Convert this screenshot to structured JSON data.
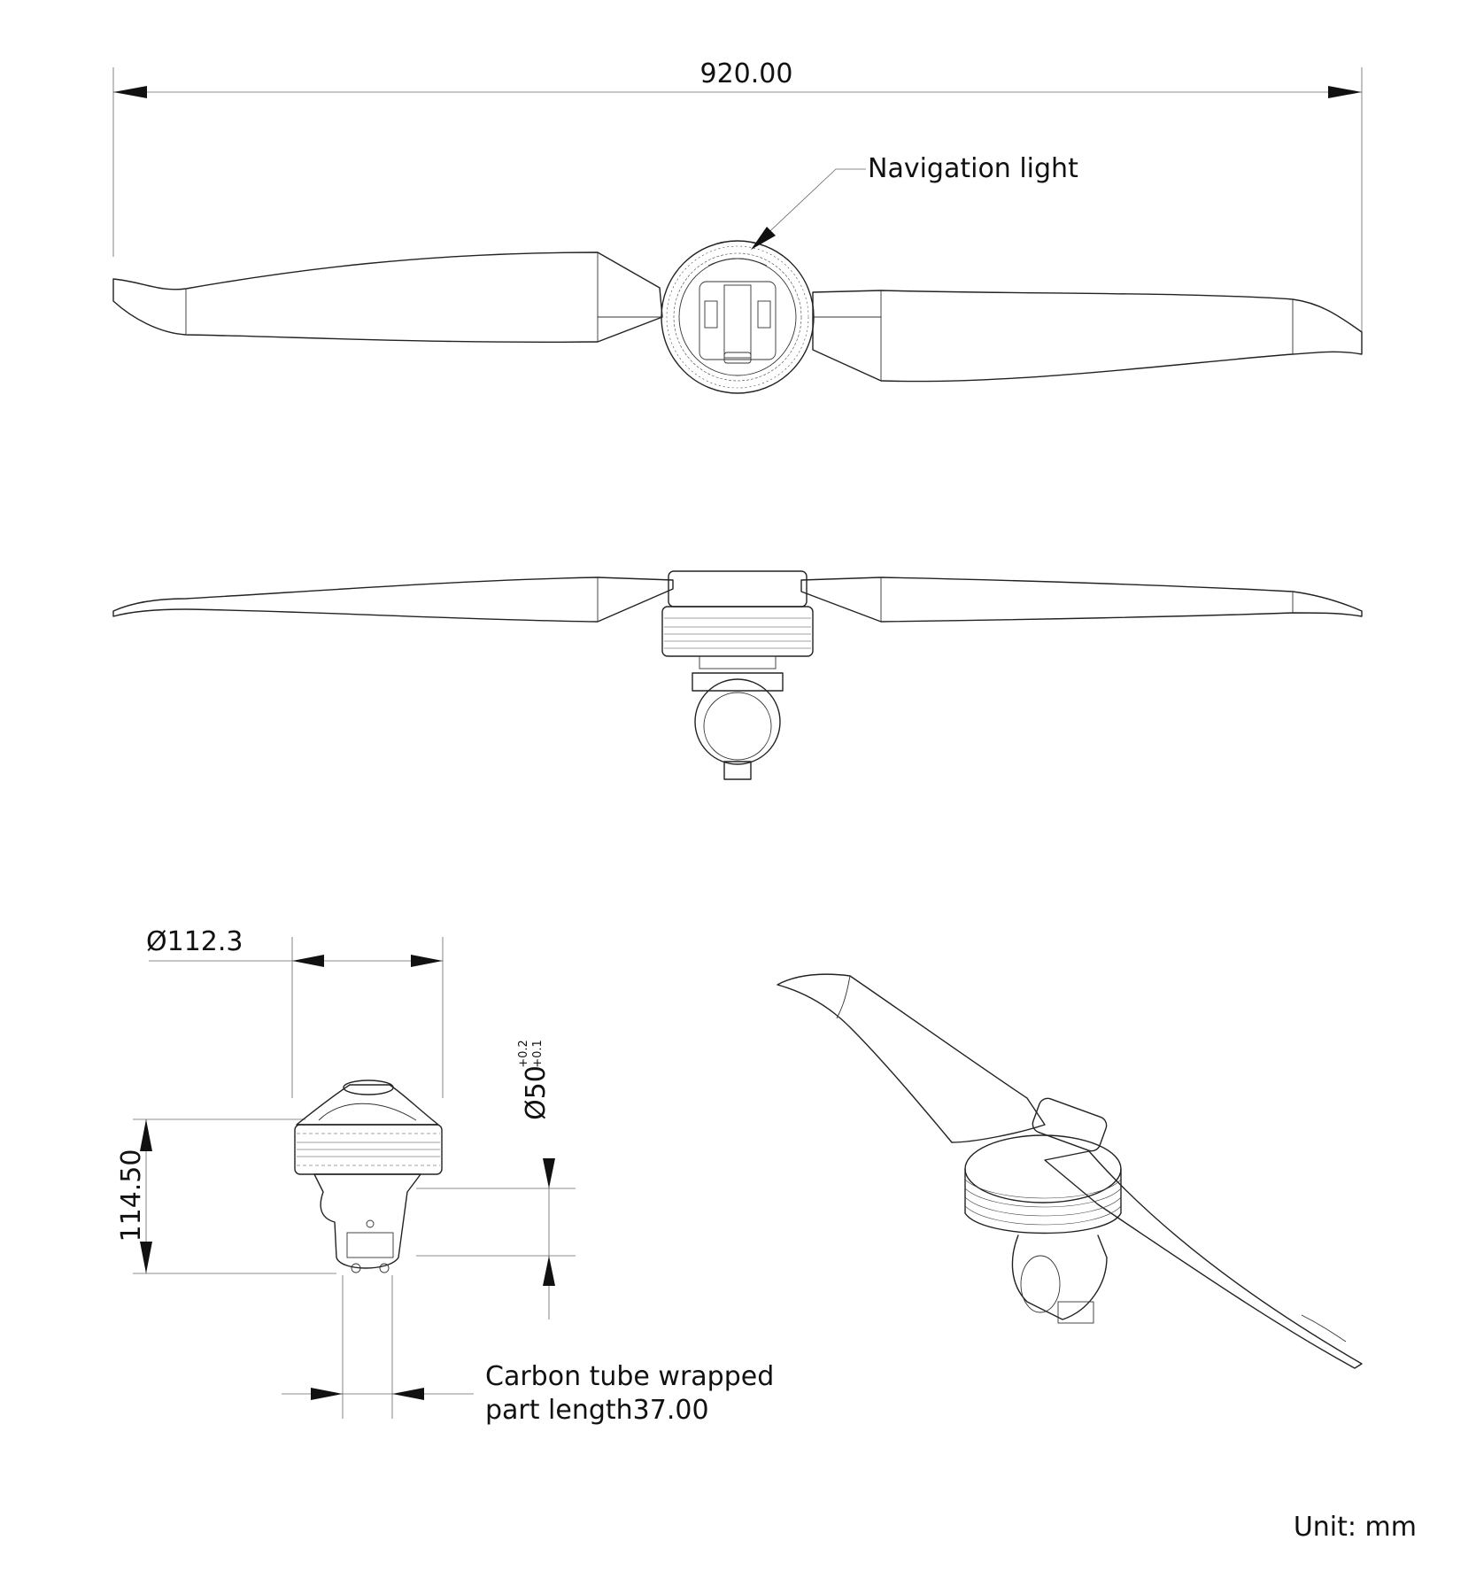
{
  "dimensions": {
    "overall_span": "920.00",
    "hub_diameter": "Ø112.3",
    "height": "114.50",
    "tube_diameter": "Ø50",
    "tube_tol_upper": "+0.2",
    "tube_tol_lower": "+0.1",
    "tube_label_line1": "Carbon tube wrapped",
    "tube_label_line2": "part length37.00"
  },
  "callouts": {
    "navigation_light": "Navigation light"
  },
  "footer": {
    "unit": "Unit: mm"
  }
}
